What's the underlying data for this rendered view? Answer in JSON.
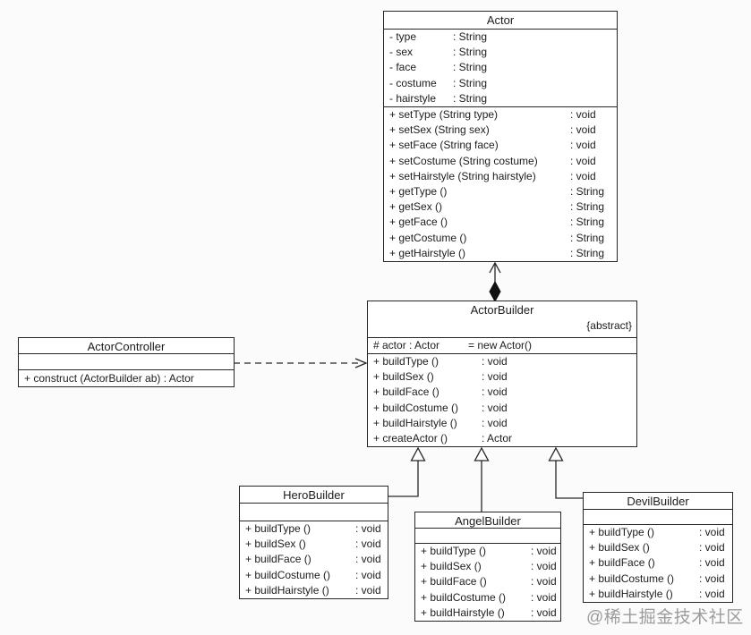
{
  "diagram": {
    "watermark": "@稀土掘金技术社区",
    "line_color": "#262626",
    "background_color": "#fbfbfb"
  },
  "classes": {
    "actor": {
      "title": "Actor",
      "attributes": [
        {
          "text": "- type",
          "type": ": String"
        },
        {
          "text": "- sex",
          "type": ": String"
        },
        {
          "text": "- face",
          "type": ": String"
        },
        {
          "text": "- costume",
          "type": ": String"
        },
        {
          "text": "- hairstyle",
          "type": ": String"
        }
      ],
      "methods": [
        {
          "text": "+ setType (String type)",
          "type": ": void"
        },
        {
          "text": "+ setSex (String sex)",
          "type": ": void"
        },
        {
          "text": "+ setFace (String face)",
          "type": ": void"
        },
        {
          "text": "+ setCostume (String costume)",
          "type": ": void"
        },
        {
          "text": "+ setHairstyle (String hairstyle)",
          "type": ": void"
        },
        {
          "text": "+ getType ()",
          "type": ": String"
        },
        {
          "text": "+ getSex ()",
          "type": ": String"
        },
        {
          "text": "+ getFace ()",
          "type": ": String"
        },
        {
          "text": "+ getCostume ()",
          "type": ": String"
        },
        {
          "text": "+ getHairstyle ()",
          "type": ": String"
        }
      ]
    },
    "actor_builder": {
      "title": "ActorBuilder",
      "stereotype": "{abstract}",
      "attributes": [
        {
          "text": "# actor : Actor",
          "type": "= new Actor()"
        }
      ],
      "methods": [
        {
          "text": "+ buildType ()",
          "type": ": void"
        },
        {
          "text": "+ buildSex ()",
          "type": ": void"
        },
        {
          "text": "+ buildFace ()",
          "type": ": void"
        },
        {
          "text": "+ buildCostume ()",
          "type": ": void"
        },
        {
          "text": "+ buildHairstyle ()",
          "type": ": void"
        },
        {
          "text": "+ createActor ()",
          "type": ": Actor"
        }
      ]
    },
    "actor_controller": {
      "title": "ActorController",
      "methods": [
        {
          "text": "+ construct (ActorBuilder ab) : Actor",
          "type": ""
        }
      ]
    },
    "hero_builder": {
      "title": "HeroBuilder",
      "methods": [
        {
          "text": "+ buildType ()",
          "type": ": void"
        },
        {
          "text": "+ buildSex ()",
          "type": ": void"
        },
        {
          "text": "+ buildFace ()",
          "type": ": void"
        },
        {
          "text": "+ buildCostume ()",
          "type": ": void"
        },
        {
          "text": "+ buildHairstyle ()",
          "type": ": void"
        }
      ]
    },
    "angel_builder": {
      "title": "AngelBuilder",
      "methods": [
        {
          "text": "+ buildType ()",
          "type": ": void"
        },
        {
          "text": "+ buildSex ()",
          "type": ": void"
        },
        {
          "text": "+ buildFace ()",
          "type": ": void"
        },
        {
          "text": "+ buildCostume ()",
          "type": ": void"
        },
        {
          "text": "+ buildHairstyle ()",
          "type": ": void"
        }
      ]
    },
    "devil_builder": {
      "title": "DevilBuilder",
      "methods": [
        {
          "text": "+ buildType ()",
          "type": ": void"
        },
        {
          "text": "+ buildSex ()",
          "type": ": void"
        },
        {
          "text": "+ buildFace ()",
          "type": ": void"
        },
        {
          "text": "+ buildCostume ()",
          "type": ": void"
        },
        {
          "text": "+ buildHairstyle ()",
          "type": ": void"
        }
      ]
    }
  },
  "relations": [
    {
      "type": "composition",
      "from": "ActorBuilder",
      "to": "Actor"
    },
    {
      "type": "dependency",
      "from": "ActorController",
      "to": "ActorBuilder"
    },
    {
      "type": "generalization",
      "from": "HeroBuilder",
      "to": "ActorBuilder"
    },
    {
      "type": "generalization",
      "from": "AngelBuilder",
      "to": "ActorBuilder"
    },
    {
      "type": "generalization",
      "from": "DevilBuilder",
      "to": "ActorBuilder"
    }
  ]
}
